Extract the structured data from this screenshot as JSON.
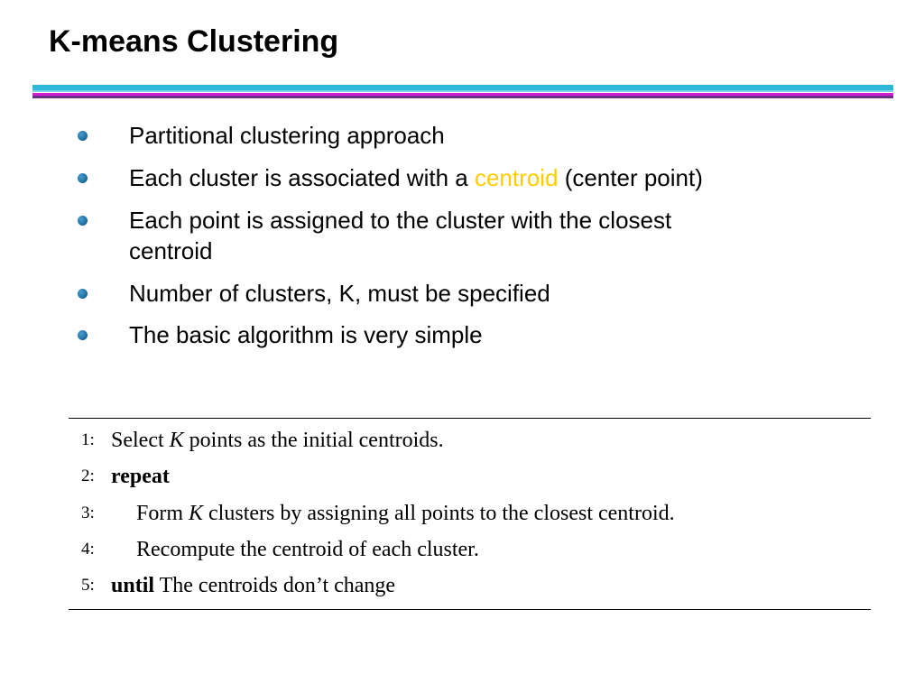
{
  "slide": {
    "title": "K-means Clustering",
    "colors": {
      "title_rule_top": "#2cb8d6",
      "title_rule_magenta": "#d21fd2",
      "title_rule_purple": "#6c2f87",
      "bullet": "#1f6fa3",
      "highlight": "#ffcc00"
    }
  },
  "bullets": [
    {
      "text": "Partitional clustering approach"
    },
    {
      "text_before": "Each cluster is associated with a ",
      "highlight": "centroid",
      "text_after": " (center point)"
    },
    {
      "line1": "Each point is assigned to the cluster with the closest",
      "line2": "centroid"
    },
    {
      "text": "Number of clusters, K, must be specified"
    },
    {
      "text": "The basic algorithm is very simple"
    }
  ],
  "algorithm": {
    "lines": [
      {
        "num": "1:",
        "before": "Select ",
        "var": "K",
        "after": " points as the initial centroids."
      },
      {
        "num": "2:",
        "keyword": "repeat"
      },
      {
        "num": "3:",
        "before": "Form ",
        "var": "K",
        "after": " clusters by assigning all points to the closest centroid."
      },
      {
        "num": "4:",
        "text": "Recompute the centroid of each cluster."
      },
      {
        "num": "5:",
        "keyword": "until",
        "text": " The centroids don’t change"
      }
    ]
  }
}
